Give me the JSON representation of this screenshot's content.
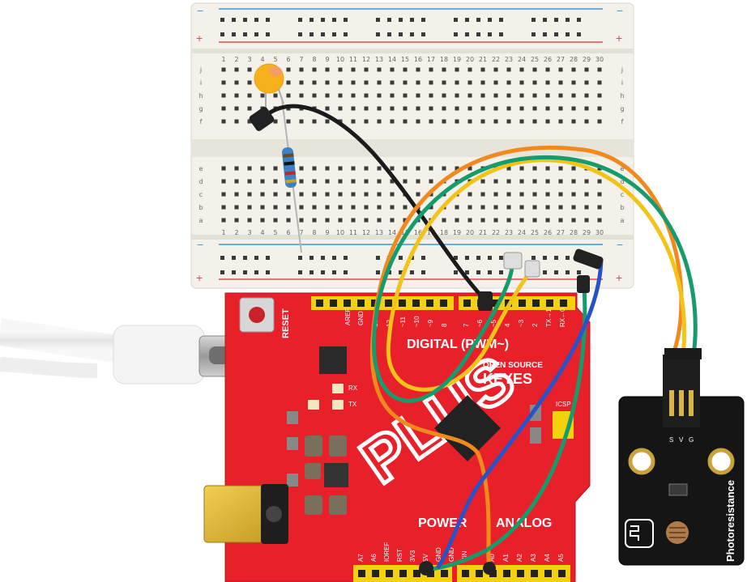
{
  "breadboard": {
    "row_labels_top": [
      "j",
      "i",
      "h",
      "g",
      "f"
    ],
    "row_labels_bottom": [
      "e",
      "d",
      "c",
      "b",
      "a"
    ],
    "columns": [
      "1",
      "2",
      "3",
      "4",
      "5",
      "6",
      "7",
      "8",
      "9",
      "10",
      "11",
      "12",
      "13",
      "14",
      "15",
      "16",
      "17",
      "18",
      "19",
      "20",
      "21",
      "22",
      "23",
      "24",
      "25",
      "26",
      "27",
      "28",
      "29",
      "30"
    ],
    "rail_plus": "+",
    "rail_minus": "−"
  },
  "board": {
    "reset": "RESET",
    "digital": "DIGITAL (PWM~)",
    "open_source": "OPEN SOURCE",
    "keyes": "KEYES",
    "plus": "PLUS",
    "power": "POWER",
    "analog": "ANALOG",
    "rx": "RX",
    "tx": "TX",
    "icsp": "ICSP",
    "aref": "AREF",
    "gnd": "GND",
    "power_pins": [
      "A7",
      "A6",
      "IOREF",
      "RST",
      "3V3",
      "5V",
      "GND",
      "GND",
      "VIN"
    ],
    "analog_pins": [
      "A0",
      "A1",
      "A2",
      "A3",
      "A4",
      "A5"
    ],
    "digital_pins": [
      "13",
      "12",
      "~11",
      "~10",
      "~9",
      "8",
      "7",
      "~6",
      "~5",
      "4",
      "~3",
      "2",
      "TX→1",
      "RX←0"
    ]
  },
  "module": {
    "label": "Photoresistance",
    "pins": [
      "S",
      "V",
      "G"
    ]
  },
  "colors": {
    "pcb_red": "#e8202a",
    "breadboard": "#f3f1ea",
    "module_black": "#151515",
    "wire_orange": "#f08a1e",
    "wire_yellow": "#f2c318",
    "wire_green": "#169c6c",
    "wire_blue": "#2753c9",
    "wire_black": "#1b1b1b",
    "led_yellow": "#f7b21b"
  }
}
